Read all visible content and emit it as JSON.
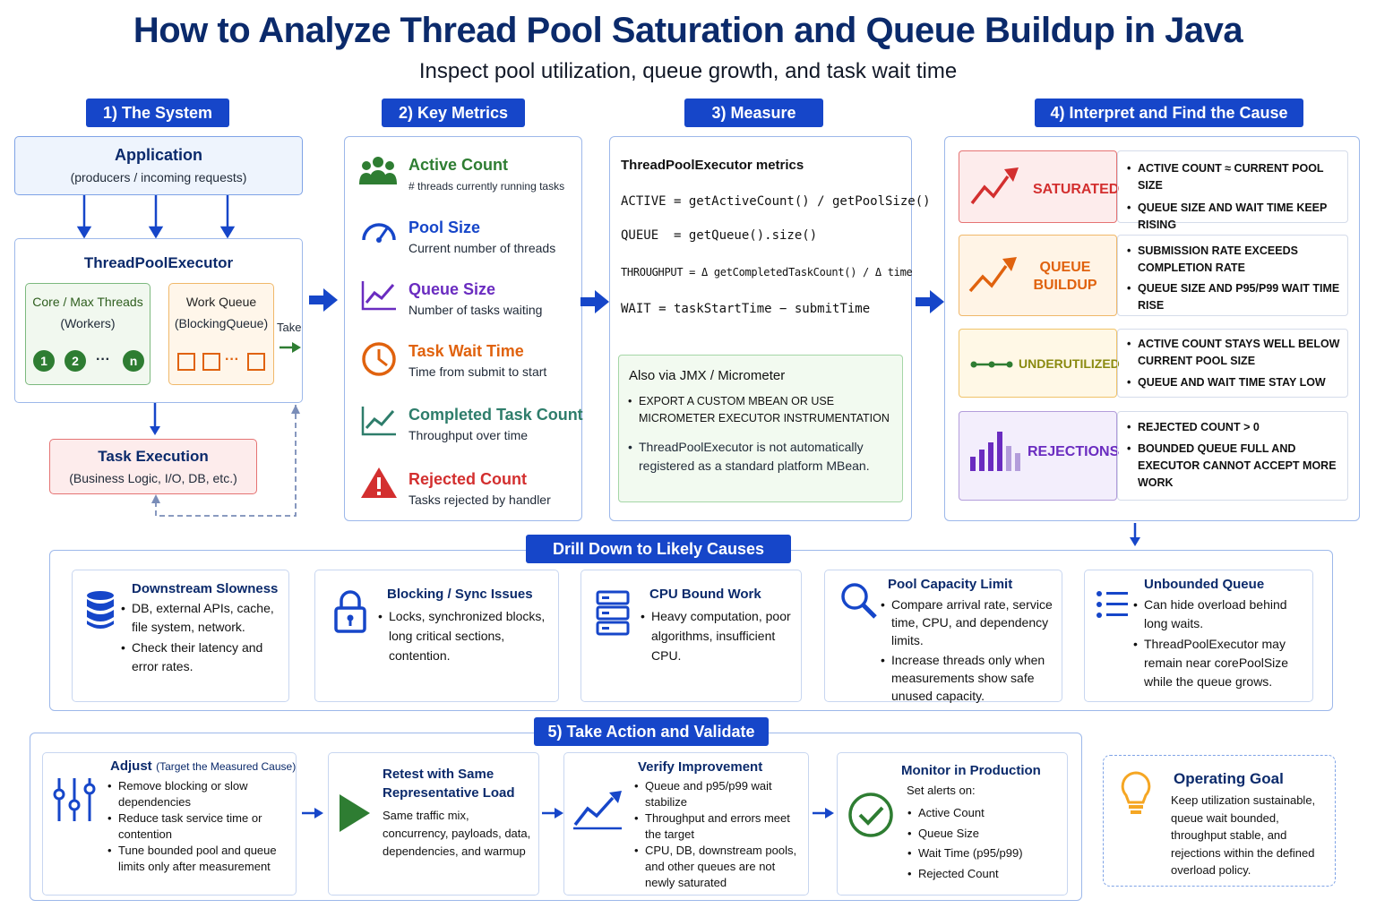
{
  "title": "How to Analyze Thread Pool Saturation and Queue Buildup in Java",
  "subtitle": "Inspect pool utilization, queue growth, and task wait time",
  "colors": {
    "primary": "#1646c9",
    "green": "#2e7d32",
    "orange": "#e0620e",
    "purple": "#6a2cc0",
    "red": "#d32f2f",
    "blue": "#1646c9"
  },
  "sections": {
    "system": "1) The System",
    "metrics": "2) Key Metrics",
    "measure": "3) Measure",
    "interpret": "4) Interpret and Find the Cause",
    "drill": "Drill Down to Likely Causes",
    "action": "5) Take Action and Validate"
  },
  "system": {
    "app_title": "Application",
    "app_sub": "(producers / incoming requests)",
    "executor_title": "ThreadPoolExecutor",
    "core_title": "Core / Max Threads",
    "core_sub": "(Workers)",
    "worker_1": "1",
    "worker_2": "2",
    "worker_dots": "···",
    "worker_n": "n",
    "queue_title": "Work Queue",
    "queue_sub": "(BlockingQueue)",
    "queue_dots": "···",
    "take": "Take",
    "exec_title": "Task Execution",
    "exec_sub": "(Business Logic, I/O, DB, etc.)"
  },
  "metrics": [
    {
      "name": "Active Count",
      "desc": "# threads currently running tasks",
      "icon": "users-icon",
      "color": "#2e7d32"
    },
    {
      "name": "Pool Size",
      "desc": "Current number of threads",
      "icon": "gauge-icon",
      "color": "#1646c9"
    },
    {
      "name": "Queue Size",
      "desc": "Number of tasks waiting",
      "icon": "line-chart-icon",
      "color": "#6a2cc0"
    },
    {
      "name": "Task Wait Time",
      "desc": "Time from submit to start",
      "icon": "clock-icon",
      "color": "#e0620e"
    },
    {
      "name": "Completed Task Count",
      "desc": "Throughput over time",
      "icon": "trend-icon",
      "color": "#2e7d6b"
    },
    {
      "name": "Rejected Count",
      "desc": "Tasks rejected by handler",
      "icon": "warning-icon",
      "color": "#d32f2f"
    }
  ],
  "measure": {
    "heading": "ThreadPoolExecutor metrics",
    "lines": [
      "ACTIVE = getActiveCount() / getPoolSize()",
      "QUEUE  = getQueue().size()",
      "THROUGHPUT = Δ getCompletedTaskCount() / Δ time",
      "WAIT = taskStartTime − submitTime"
    ],
    "jmx_title": "Also via JMX / Micrometer",
    "jmx_items": [
      "EXPORT A CUSTOM MBEAN OR USE MICROMETER EXECUTOR INSTRUMENTATION",
      "ThreadPoolExecutor is not automatically registered as a standard platform MBean."
    ]
  },
  "interpret": [
    {
      "label": "SATURATED",
      "color": "#d32f2f",
      "items": [
        "ACTIVE COUNT ≈ CURRENT POOL SIZE",
        "QUEUE SIZE AND WAIT TIME KEEP RISING"
      ]
    },
    {
      "label": "QUEUE BUILDUP",
      "color": "#e0620e",
      "items": [
        "SUBMISSION RATE EXCEEDS COMPLETION RATE",
        "QUEUE SIZE AND P95/P99 WAIT TIME RISE"
      ]
    },
    {
      "label": "UNDERUTILIZED",
      "color": "#8a8a10",
      "items": [
        "ACTIVE COUNT STAYS WELL BELOW CURRENT POOL SIZE",
        "QUEUE AND WAIT TIME STAY LOW"
      ]
    },
    {
      "label": "REJECTIONS",
      "color": "#6a2cc0",
      "items": [
        "REJECTED COUNT > 0",
        "BOUNDED QUEUE FULL AND EXECUTOR CANNOT ACCEPT MORE WORK"
      ]
    }
  ],
  "causes": [
    {
      "title": "Downstream Slowness",
      "icon": "database-icon",
      "items": [
        "DB, external APIs, cache, file system, network.",
        "Check their latency and error rates."
      ]
    },
    {
      "title": "Blocking / Sync Issues",
      "icon": "lock-icon",
      "items": [
        "Locks, synchronized blocks, long critical sections, contention."
      ]
    },
    {
      "title": "CPU Bound Work",
      "icon": "server-icon",
      "items": [
        "Heavy computation, poor algorithms, insufficient CPU."
      ]
    },
    {
      "title": "Pool Capacity Limit",
      "icon": "magnifier-icon",
      "items": [
        "Compare arrival rate, service time, CPU, and dependency limits.",
        "Increase threads only when measurements show safe unused capacity."
      ]
    },
    {
      "title": "Unbounded Queue",
      "icon": "list-icon",
      "items": [
        "Can hide overload behind long waits.",
        "ThreadPoolExecutor may remain near corePoolSize while the queue grows."
      ]
    }
  ],
  "actions": {
    "adjust_title": "Adjust",
    "adjust_note": "(Target the Measured Cause)",
    "adjust_items": [
      "Remove blocking or slow dependencies",
      "Reduce task service time or contention",
      "Tune bounded pool and queue limits only after measurement"
    ],
    "retest_title": "Retest with Same Representative Load",
    "retest_desc": "Same traffic mix, concurrency, payloads, data, dependencies, and warmup",
    "verify_title": "Verify Improvement",
    "verify_items": [
      "Queue and p95/p99 wait stabilize",
      "Throughput and errors meet the target",
      "CPU, DB, downstream pools, and other queues are not newly saturated"
    ],
    "monitor_title": "Monitor in Production",
    "monitor_sub": "Set alerts on:",
    "monitor_items": [
      "Active Count",
      "Queue Size",
      "Wait Time (p95/p99)",
      "Rejected Count"
    ],
    "goal_title": "Operating Goal",
    "goal_desc": "Keep utilization sustainable, queue wait bounded, throughput stable, and rejections within the defined overload policy."
  }
}
